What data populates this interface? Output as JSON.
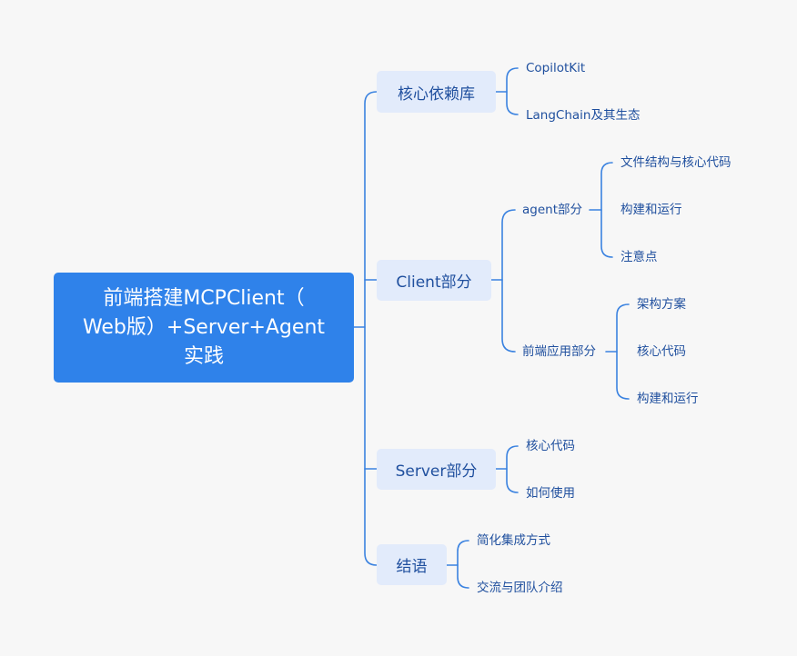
{
  "mindmap": {
    "root": "前端搭建MCPClient（\nWeb版）+Server+Agent\n实践",
    "branches": [
      {
        "label": "核心依赖库",
        "children": [
          {
            "label": "CopilotKit"
          },
          {
            "label": "LangChain及其生态"
          }
        ]
      },
      {
        "label": "Client部分",
        "children": [
          {
            "label": "agent部分",
            "children": [
              "文件结构与核心代码",
              "构建和运行",
              "注意点"
            ]
          },
          {
            "label": "前端应用部分",
            "children": [
              "架构方案",
              "核心代码",
              "构建和运行"
            ]
          }
        ]
      },
      {
        "label": "Server部分",
        "children": [
          {
            "label": "核心代码"
          },
          {
            "label": "如何使用"
          }
        ]
      },
      {
        "label": "结语",
        "children": [
          {
            "label": "简化集成方式"
          },
          {
            "label": "交流与团队介绍"
          }
        ]
      }
    ]
  },
  "colors": {
    "background": "#f7f7f7",
    "root_fill": "#2f82ea",
    "branch_fill": "#e2ebfb",
    "line": "#3a82e0",
    "text": "#1f4f9e"
  }
}
